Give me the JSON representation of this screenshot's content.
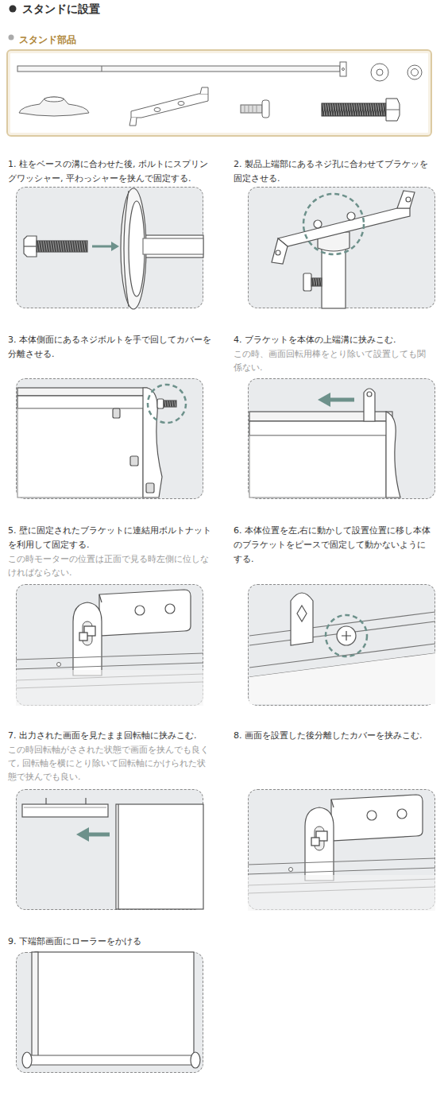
{
  "diagram": {
    "title": "スタンドに設置",
    "nodes": [
      {
        "text": [
          "スタンド部品"
        ]
      },
      {
        "text": [
          "1. 柱をベースの溝に合わせた後, ボルトにスプリングワッシャー, 平わっシャーを挟んで固定する."
        ]
      },
      {
        "text": [
          "2. 製品上端部にあるネジ孔に合わせてブラケッを固定させる."
        ]
      },
      {
        "text": [
          "3. 本体側面にあるネジボルトを手で回してカバーを分離させる."
        ]
      },
      {
        "text": [
          "4. ブラケットを本体の上端溝に挟みこむ.",
          "この時、画面回転用棒をとり除いて設置しても関係ない."
        ]
      },
      {
        "text": [
          "5. 壁に固定されたブラケットに連結用ボルトナットを利用して固定する.",
          "この時モーターの位置は正面で見る時左側に位しなければならない."
        ]
      },
      {
        "text": [
          "6. 本体位置を左,右に動かして設置位置に移し本体のブラケットをピースで固定して動かないようにする."
        ]
      },
      {
        "text": [
          "7. 出力された画面を見たまま回転軸に挟みこむ.",
          "この時回転軸がさされた状態で画面を挟んでも良くて, 回転軸を横にとり除いて回転軸にかけられた状態で挟んでも良い."
        ]
      },
      {
        "text": [
          "8. 画面を設置した後分離したカバーを挟みこむ."
        ]
      },
      {
        "text": [
          "9. 下端部画面にローラーをかける"
        ]
      }
    ]
  }
}
